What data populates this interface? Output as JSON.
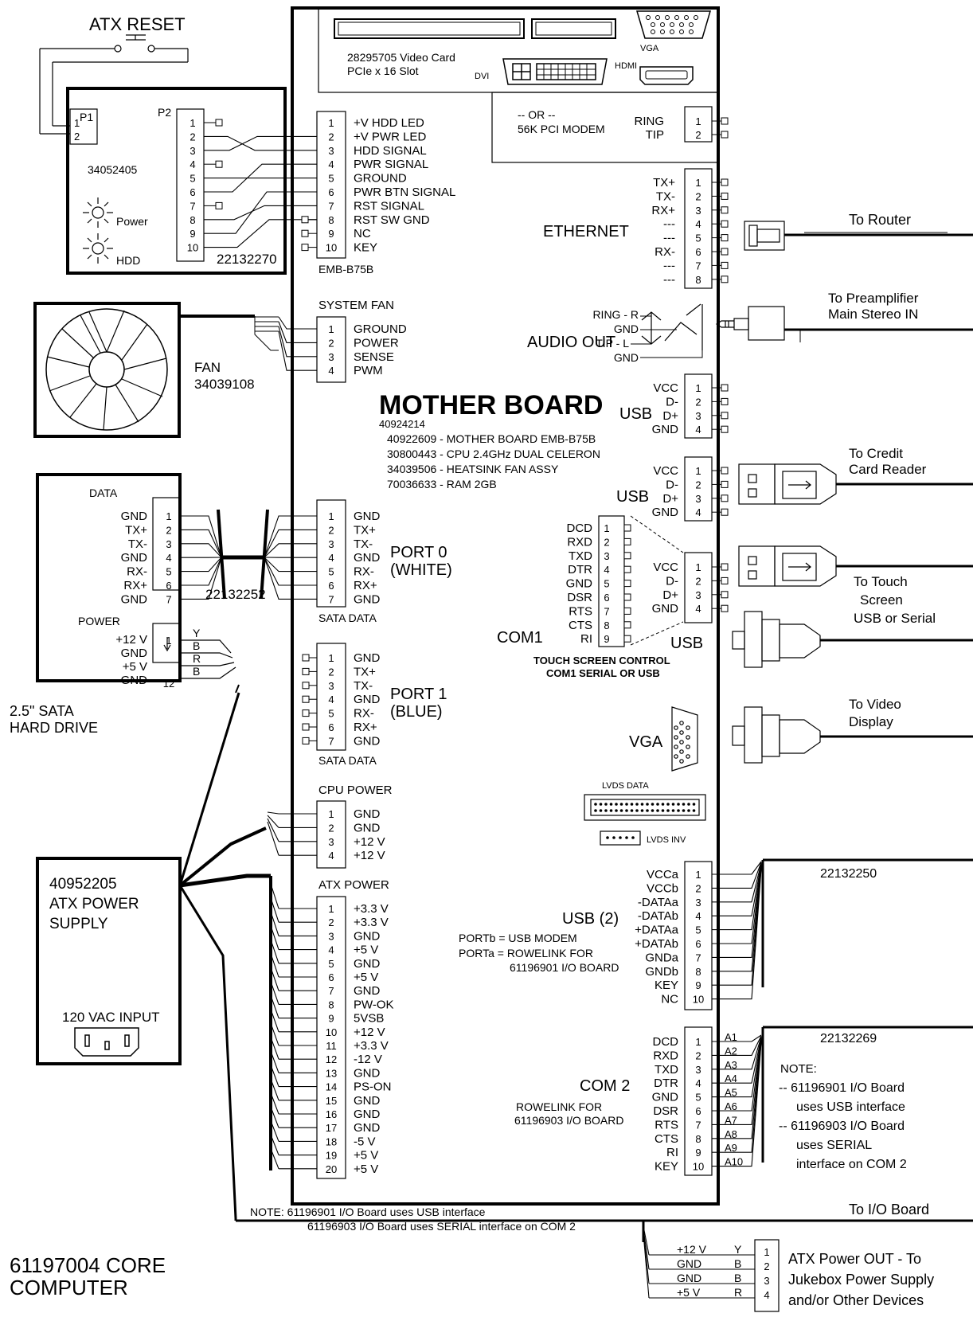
{
  "title": [
    "61197004 CORE",
    "COMPUTER"
  ],
  "atx_reset": "ATX RESET",
  "front_panel": {
    "p1": "P1",
    "p2": "P2",
    "part": "34052405",
    "power": "Power",
    "hdd": "HDD",
    "cable": "22132270",
    "p1_pins": [
      "1",
      "2"
    ]
  },
  "video": {
    "part": "28295705 Video Card",
    "slot": "PCIe x 16 Slot",
    "dvi": "DVI",
    "vga": "VGA",
    "hdmi": "HDMI"
  },
  "modem": {
    "or": "-- OR --",
    "name": "56K PCI MODEM",
    "pins": [
      "RING",
      "TIP"
    ]
  },
  "panel_header": {
    "name": "EMB-B75B",
    "pins": [
      "+V HDD LED",
      "+V PWR LED",
      "HDD SIGNAL",
      "PWR SIGNAL",
      "GROUND",
      "PWR BTN SIGNAL",
      "RST SIGNAL",
      "RST SW GND",
      "NC",
      "KEY"
    ]
  },
  "system_fan": {
    "title": "SYSTEM FAN",
    "pins": [
      "GROUND",
      "POWER",
      "SENSE",
      "PWM"
    ],
    "fan_label": [
      "FAN",
      "34039108"
    ]
  },
  "ethernet": {
    "label": "ETHERNET",
    "pins": [
      "TX+",
      "TX-",
      "RX+",
      "---",
      "---",
      "RX-",
      "---",
      "---"
    ],
    "dest": "To Router"
  },
  "audio": {
    "label": "AUDIO OUT",
    "pins": [
      "RING - R",
      "GND",
      "TIP - L",
      "GND"
    ],
    "dest": [
      "To Preamplifier",
      "Main Stereo IN"
    ]
  },
  "motherboard": {
    "title": "MOTHER BOARD",
    "part": "40924214",
    "lines": [
      "40922609 - MOTHER BOARD EMB-B75B",
      "30800443 - CPU 2.4GHz DUAL CELERON",
      "34039506 - HEATSINK FAN ASSY",
      "70036633 - RAM 2GB"
    ]
  },
  "usb1": {
    "label": "USB",
    "pins": [
      "VCC",
      "D-",
      "D+",
      "GND"
    ]
  },
  "usb2": {
    "label": "USB",
    "pins": [
      "VCC",
      "D-",
      "D+",
      "GND"
    ],
    "dest": [
      "To Credit",
      "Card Reader"
    ]
  },
  "com1": {
    "label": "COM1",
    "pins": [
      "DCD",
      "RXD",
      "TXD",
      "DTR",
      "GND",
      "DSR",
      "RTS",
      "CTS",
      "RI"
    ],
    "usb_pins": [
      "VCC",
      "D-",
      "D+",
      "GND"
    ],
    "usb_label": "USB",
    "caption": [
      "TOUCH SCREEN CONTROL",
      "COM1 SERIAL OR USB"
    ],
    "dest": [
      "To Touch",
      "Screen",
      "USB or Serial"
    ]
  },
  "hdd": {
    "data": "DATA",
    "power": "POWER",
    "data_pins": [
      "GND",
      "TX+",
      "TX-",
      "GND",
      "RX-",
      "RX+",
      "GND"
    ],
    "power_pins": [
      "+12 V",
      "GND",
      "+5 V",
      "GND"
    ],
    "power_nums": [
      "1",
      "12"
    ],
    "wires": [
      "Y",
      "B",
      "R",
      "B"
    ],
    "label": [
      "2.5\" SATA",
      "HARD DRIVE"
    ],
    "cable": "22132252"
  },
  "port0": {
    "pins": [
      "GND",
      "TX+",
      "TX-",
      "GND",
      "RX-",
      "RX+",
      "GND"
    ],
    "label": [
      "PORT 0",
      "(WHITE)"
    ],
    "caption": "SATA DATA"
  },
  "port1": {
    "pins": [
      "GND",
      "TX+",
      "TX-",
      "GND",
      "RX-",
      "RX+",
      "GND"
    ],
    "label": [
      "PORT 1",
      "(BLUE)"
    ],
    "caption": "SATA DATA"
  },
  "vga": {
    "label": "VGA",
    "dest": [
      "To Video",
      "Display"
    ]
  },
  "lvds": {
    "data": "LVDS DATA",
    "inv": "LVDS INV"
  },
  "cpu_power": {
    "title": "CPU POWER",
    "pins": [
      "GND",
      "GND",
      "+12 V",
      "+12 V"
    ]
  },
  "psu": {
    "lines": [
      "40952205",
      "ATX POWER",
      "SUPPLY"
    ],
    "input": "120 VAC INPUT"
  },
  "atx_power": {
    "title": "ATX POWER",
    "pins": [
      "+3.3 V",
      "+3.3 V",
      "GND",
      "+5 V",
      "GND",
      "+5 V",
      "GND",
      "PW-OK",
      "5VSB",
      "+12 V",
      "+3.3 V",
      "-12 V",
      "GND",
      "PS-ON",
      "GND",
      "GND",
      "GND",
      "-5 V",
      "+5 V",
      "+5 V"
    ]
  },
  "usb_header": {
    "title": "USB (2)",
    "notes": [
      "PORTb = USB MODEM",
      "PORTa = ROWELINK FOR",
      "61196901 I/O BOARD"
    ],
    "pins": [
      "VCCa",
      "VCCb",
      "-DATAa",
      "-DATAb",
      "+DATAa",
      "+DATAb",
      "GNDa",
      "GNDb",
      "KEY",
      "NC"
    ],
    "cable": "22132250"
  },
  "com2": {
    "title": "COM 2",
    "notes": [
      "ROWELINK FOR",
      "61196903 I/O BOARD"
    ],
    "pins": [
      "DCD",
      "RXD",
      "TXD",
      "DTR",
      "GND",
      "DSR",
      "RTS",
      "CTS",
      "RI",
      "KEY"
    ],
    "wires": [
      "A1",
      "A2",
      "A3",
      "A4",
      "A5",
      "A6",
      "A7",
      "A8",
      "A9",
      "A10"
    ],
    "cable": "22132269",
    "note": [
      "NOTE:",
      "-- 61196901 I/O Board",
      "uses USB interface",
      "-- 61196903 I/O Board",
      "uses SERIAL",
      "interface on COM 2"
    ]
  },
  "bottom_note": [
    "NOTE: 61196901 I/O Board uses USB interface",
    "61196903 I/O Board uses SERIAL interface on COM 2"
  ],
  "io_board": "To I/O Board",
  "atx_out": {
    "pins": [
      "+12 V",
      "GND",
      "GND",
      "+5 V"
    ],
    "wires": [
      "Y",
      "B",
      "B",
      "R"
    ],
    "label": [
      "ATX Power OUT - To",
      "Jukebox Power Supply",
      "and/or Other Devices"
    ]
  }
}
